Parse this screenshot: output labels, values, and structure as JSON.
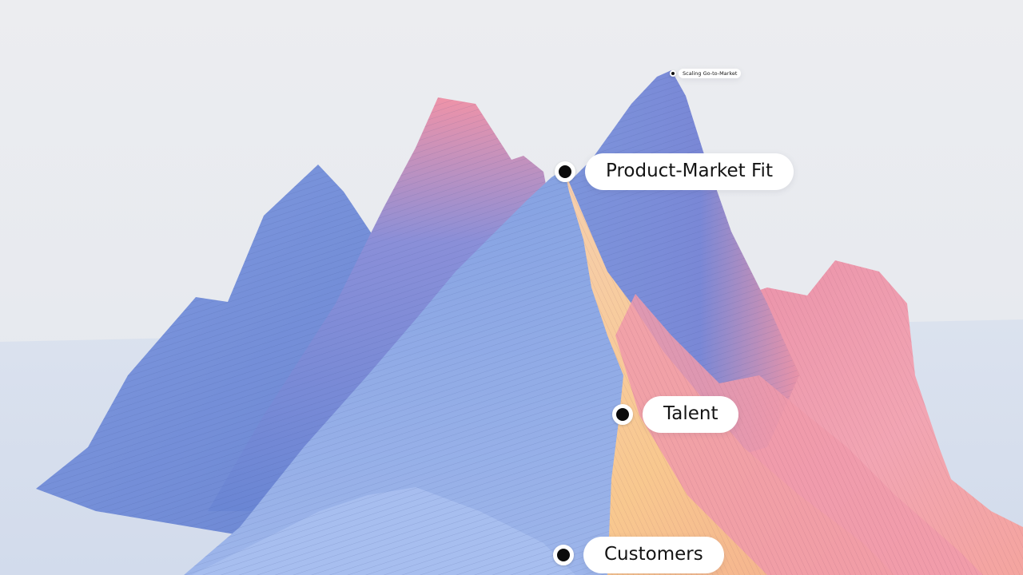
{
  "colors": {
    "background_top": "#e9ebee",
    "floor": "#d9e1ee",
    "ridge_blue": "#6f8fd8",
    "ridge_pink": "#ef9fb0",
    "ridge_peach": "#f7c49a",
    "label_bg": "#ffffff",
    "dot": "#0b0b0b"
  },
  "markers": {
    "scaling": {
      "label": "Scaling Go-to-Market"
    },
    "pmf": {
      "label": "Product-Market Fit"
    },
    "talent": {
      "label": "Talent"
    },
    "customers": {
      "label": "Customers"
    }
  }
}
